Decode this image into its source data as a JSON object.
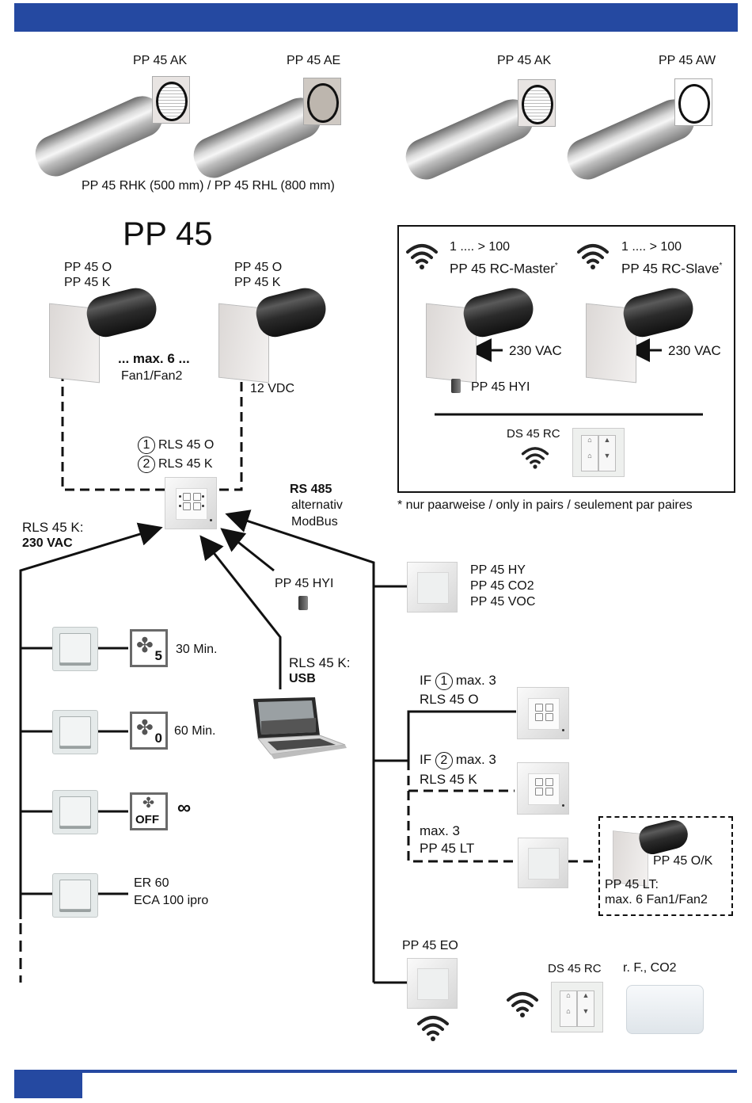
{
  "header": {
    "bar_color": "#2549a1"
  },
  "accessories": {
    "grilles": [
      {
        "label": "PP 45 AK",
        "type": "ak"
      },
      {
        "label": "PP 45 AE",
        "type": "ae"
      },
      {
        "label": "PP 45 AK",
        "type": "ak"
      },
      {
        "label": "PP 45 AW",
        "type": "aw"
      }
    ],
    "pipes_caption": "PP 45 RHK (500 mm) / PP 45 RHL (800 mm)"
  },
  "pp45": {
    "title": "PP 45",
    "fan_left": {
      "line1": "PP 45 O",
      "line2": "PP 45 K"
    },
    "fan_right": {
      "line1": "PP 45 O",
      "line2": "PP 45 K"
    },
    "max_label": "... max. 6 ...",
    "fan_label": "Fan1/Fan2",
    "voltage": "12 VDC",
    "controller_1": {
      "num": "1",
      "label": "RLS 45 O"
    },
    "controller_2": {
      "num": "2",
      "label": "RLS 45 K"
    }
  },
  "rc_box": {
    "master": {
      "range": "1 .... > 100",
      "label": "PP 45 RC-Master",
      "star": "*",
      "voltage": "230 VAC"
    },
    "slave": {
      "range": "1 .... > 100",
      "label": "PP 45 RC-Slave",
      "star": "*",
      "voltage": "230 VAC"
    },
    "hyi": "PP 45 HYI",
    "ds": "DS 45 RC",
    "footnote": "* nur paarweise / only in pairs / seulement par paires"
  },
  "connections": {
    "rs485": "RS 485",
    "alternativ": "alternativ",
    "modbus": "ModBus",
    "rls_230": "RLS 45 K:",
    "rls_230_b": "230 VAC",
    "hyi": "PP 45 HYI",
    "rls_usb": "RLS 45 K:",
    "rls_usb_b": "USB"
  },
  "switches": [
    {
      "badge": "5",
      "badge_type": "fan",
      "label": "30 Min."
    },
    {
      "badge": "0",
      "badge_type": "fan",
      "label": "60 Min."
    },
    {
      "badge": "OFF",
      "badge_type": "off",
      "label": "∞"
    },
    {
      "label1": "ER 60",
      "label2": "ECA 100 ipro"
    }
  ],
  "sensors": {
    "line1": "PP 45 HY",
    "line2": "PP 45 CO2",
    "line3": "PP 45 VOC"
  },
  "interfaces": {
    "if1": {
      "prefix": "IF",
      "num": "1",
      "max": "max. 3",
      "label": "RLS 45 O"
    },
    "if2": {
      "prefix": "IF",
      "num": "2",
      "max": "max. 3",
      "label": "RLS 45 K"
    },
    "lt": {
      "max": "max. 3",
      "label": "PP 45 LT"
    },
    "lt_box": {
      "fan": "PP 45 O/K",
      "line1": "PP 45 LT:",
      "line2": "max. 6 Fan1/Fan2"
    }
  },
  "eo": {
    "label": "PP 45 EO",
    "ds": "DS 45 RC",
    "sensor": "r. F., CO2"
  }
}
